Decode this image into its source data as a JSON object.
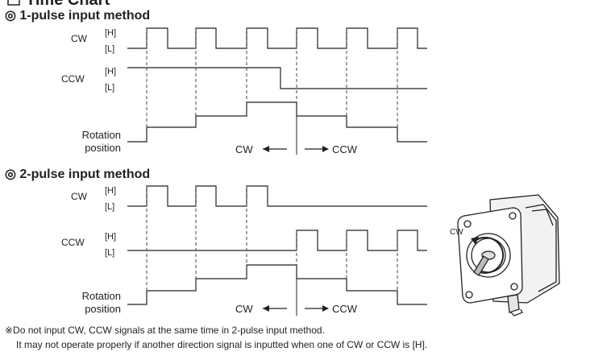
{
  "title": "Time Chart",
  "sections": [
    {
      "heading": "◎ 1-pulse input method"
    },
    {
      "heading": "◎ 2-pulse input method"
    }
  ],
  "labels": {
    "cw": "CW",
    "ccw": "CCW",
    "high": "[H]",
    "low": "[L]",
    "rotation_line1": "Rotation",
    "rotation_line2": "position",
    "dir_cw": "CW",
    "dir_ccw": "CCW",
    "motor_cw": "CW"
  },
  "notes": {
    "line1": "※Do not input CW, CCW signals at the same time in 2-pulse input method.",
    "line2": "It may not operate properly if another direction signal is inputted when one of CW or CCW is [H]."
  }
}
